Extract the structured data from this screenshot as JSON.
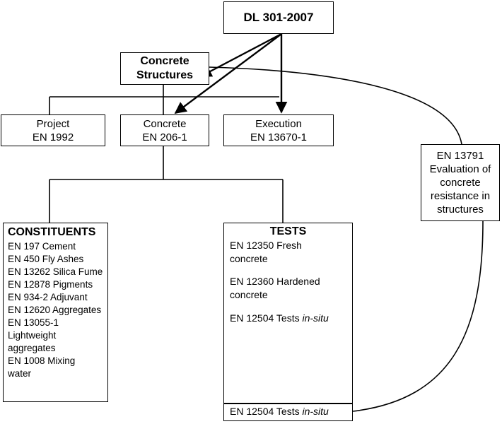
{
  "nodes": {
    "dl": {
      "label": "DL 301-2007"
    },
    "concrete_structures": {
      "line1": "Concrete",
      "line2": "Structures"
    },
    "project": {
      "line1": "Project",
      "line2": "EN 1992"
    },
    "concrete": {
      "line1": "Concrete",
      "line2": "EN 206-1"
    },
    "execution": {
      "line1": "Execution",
      "line2": "EN 13670-1"
    },
    "en13791": {
      "lines": [
        "EN 13791",
        "Evaluation of",
        "concrete",
        "resistance in",
        "structures"
      ]
    },
    "constituents": {
      "heading": "CONSTITUENTS",
      "items": [
        "EN 197 Cement",
        "EN 450 Fly Ashes",
        "EN 13262 Silica Fume",
        "EN 12878 Pigments",
        "EN 934-2 Adjuvant",
        "EN 12620 Aggregates",
        "EN 13055-1",
        "Lightweight",
        "aggregates",
        "EN 1008 Mixing",
        "water"
      ]
    },
    "tests": {
      "heading": "TESTS",
      "fresh": {
        "line1": "EN 12350 Fresh",
        "line2": "concrete"
      },
      "hardened": {
        "line1": "EN 12360 Hardened",
        "line2": "concrete"
      },
      "insitu": {
        "prefix": "EN 12504 Tests ",
        "italic": "in-situ"
      }
    },
    "insitu_box": {
      "prefix": "EN 12504 Tests ",
      "italic": "in-situ"
    }
  }
}
